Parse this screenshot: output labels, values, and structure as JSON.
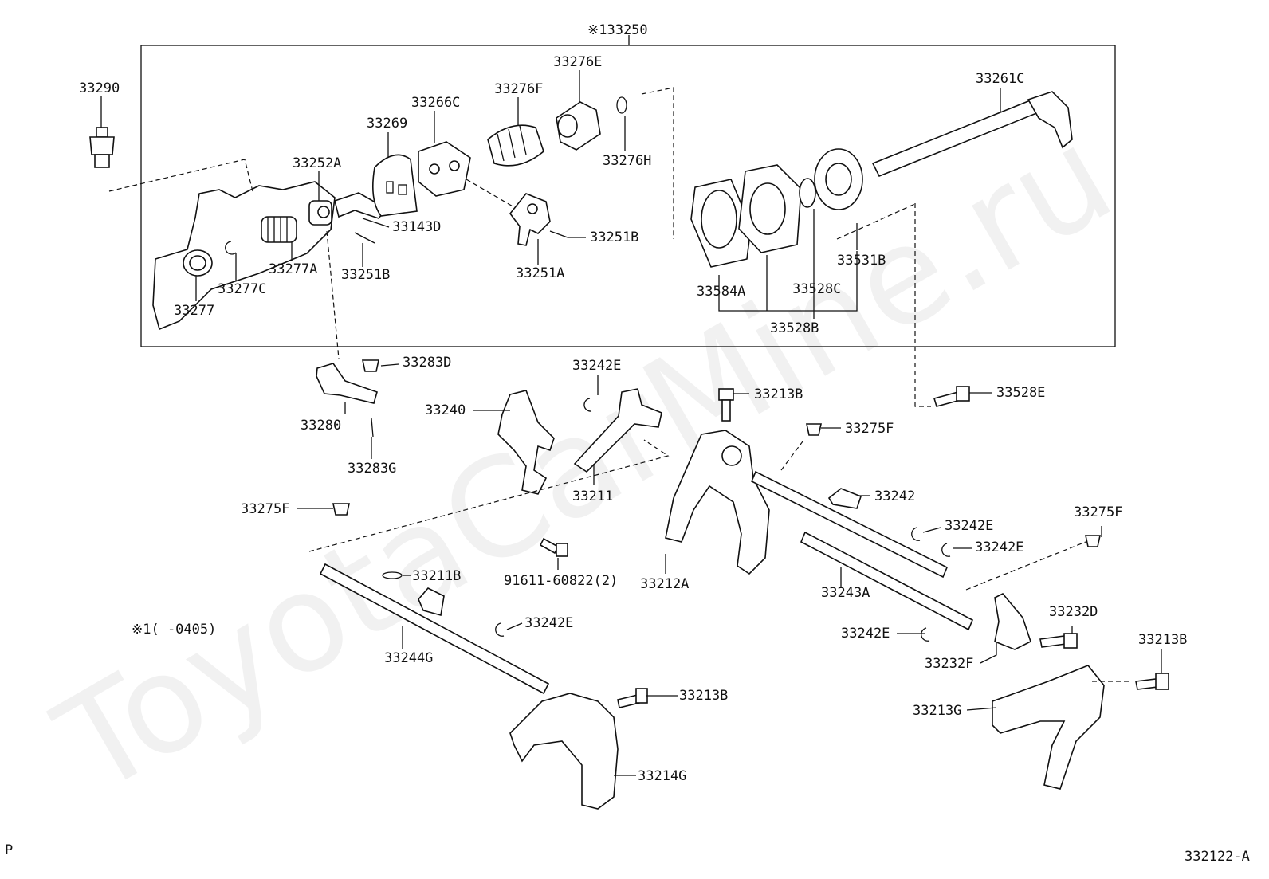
{
  "diagram": {
    "group_label": "※133250",
    "footnote": "※1(      -0405)",
    "corner_left": "P",
    "corner_right": "332122-A",
    "watermark": "ToyotaCarMine.ru",
    "labels": [
      {
        "id": "33290",
        "text": "33290"
      },
      {
        "id": "33252A",
        "text": "33252A"
      },
      {
        "id": "33269",
        "text": "33269"
      },
      {
        "id": "33266C",
        "text": "33266C"
      },
      {
        "id": "33276F",
        "text": "33276F"
      },
      {
        "id": "33276E",
        "text": "33276E"
      },
      {
        "id": "33276H",
        "text": "33276H"
      },
      {
        "id": "33261C",
        "text": "33261C"
      },
      {
        "id": "33143D",
        "text": "33143D"
      },
      {
        "id": "33251B_a",
        "text": "33251B"
      },
      {
        "id": "33251B_b",
        "text": "33251B"
      },
      {
        "id": "33251A",
        "text": "33251A"
      },
      {
        "id": "33277A",
        "text": "33277A"
      },
      {
        "id": "33277C",
        "text": "33277C"
      },
      {
        "id": "33277",
        "text": "33277"
      },
      {
        "id": "33531B",
        "text": "33531B"
      },
      {
        "id": "33584A",
        "text": "33584A"
      },
      {
        "id": "33528C",
        "text": "33528C"
      },
      {
        "id": "33528B",
        "text": "33528B"
      },
      {
        "id": "33283D",
        "text": "33283D"
      },
      {
        "id": "33242E_a",
        "text": "33242E"
      },
      {
        "id": "33213B_a",
        "text": "33213B"
      },
      {
        "id": "33528E",
        "text": "33528E"
      },
      {
        "id": "33240",
        "text": "33240"
      },
      {
        "id": "33280",
        "text": "33280"
      },
      {
        "id": "33275F_a",
        "text": "33275F"
      },
      {
        "id": "33283G",
        "text": "33283G"
      },
      {
        "id": "33211",
        "text": "33211"
      },
      {
        "id": "33242",
        "text": "33242"
      },
      {
        "id": "33275F_b",
        "text": "33275F"
      },
      {
        "id": "33242E_b",
        "text": "33242E"
      },
      {
        "id": "33275F_c",
        "text": "33275F"
      },
      {
        "id": "33242E_c",
        "text": "33242E"
      },
      {
        "id": "33211B",
        "text": "33211B"
      },
      {
        "id": "91611",
        "text": "91611-60822(2)"
      },
      {
        "id": "33212A",
        "text": "33212A"
      },
      {
        "id": "33243A",
        "text": "33243A"
      },
      {
        "id": "33232D",
        "text": "33232D"
      },
      {
        "id": "33242E_d",
        "text": "33242E"
      },
      {
        "id": "33244G",
        "text": "33244G"
      },
      {
        "id": "33242E_e",
        "text": "33242E"
      },
      {
        "id": "33232F",
        "text": "33232F"
      },
      {
        "id": "33213B_b",
        "text": "33213B"
      },
      {
        "id": "33213B_c",
        "text": "33213B"
      },
      {
        "id": "33213G",
        "text": "33213G"
      },
      {
        "id": "33214G",
        "text": "33214G"
      }
    ]
  }
}
